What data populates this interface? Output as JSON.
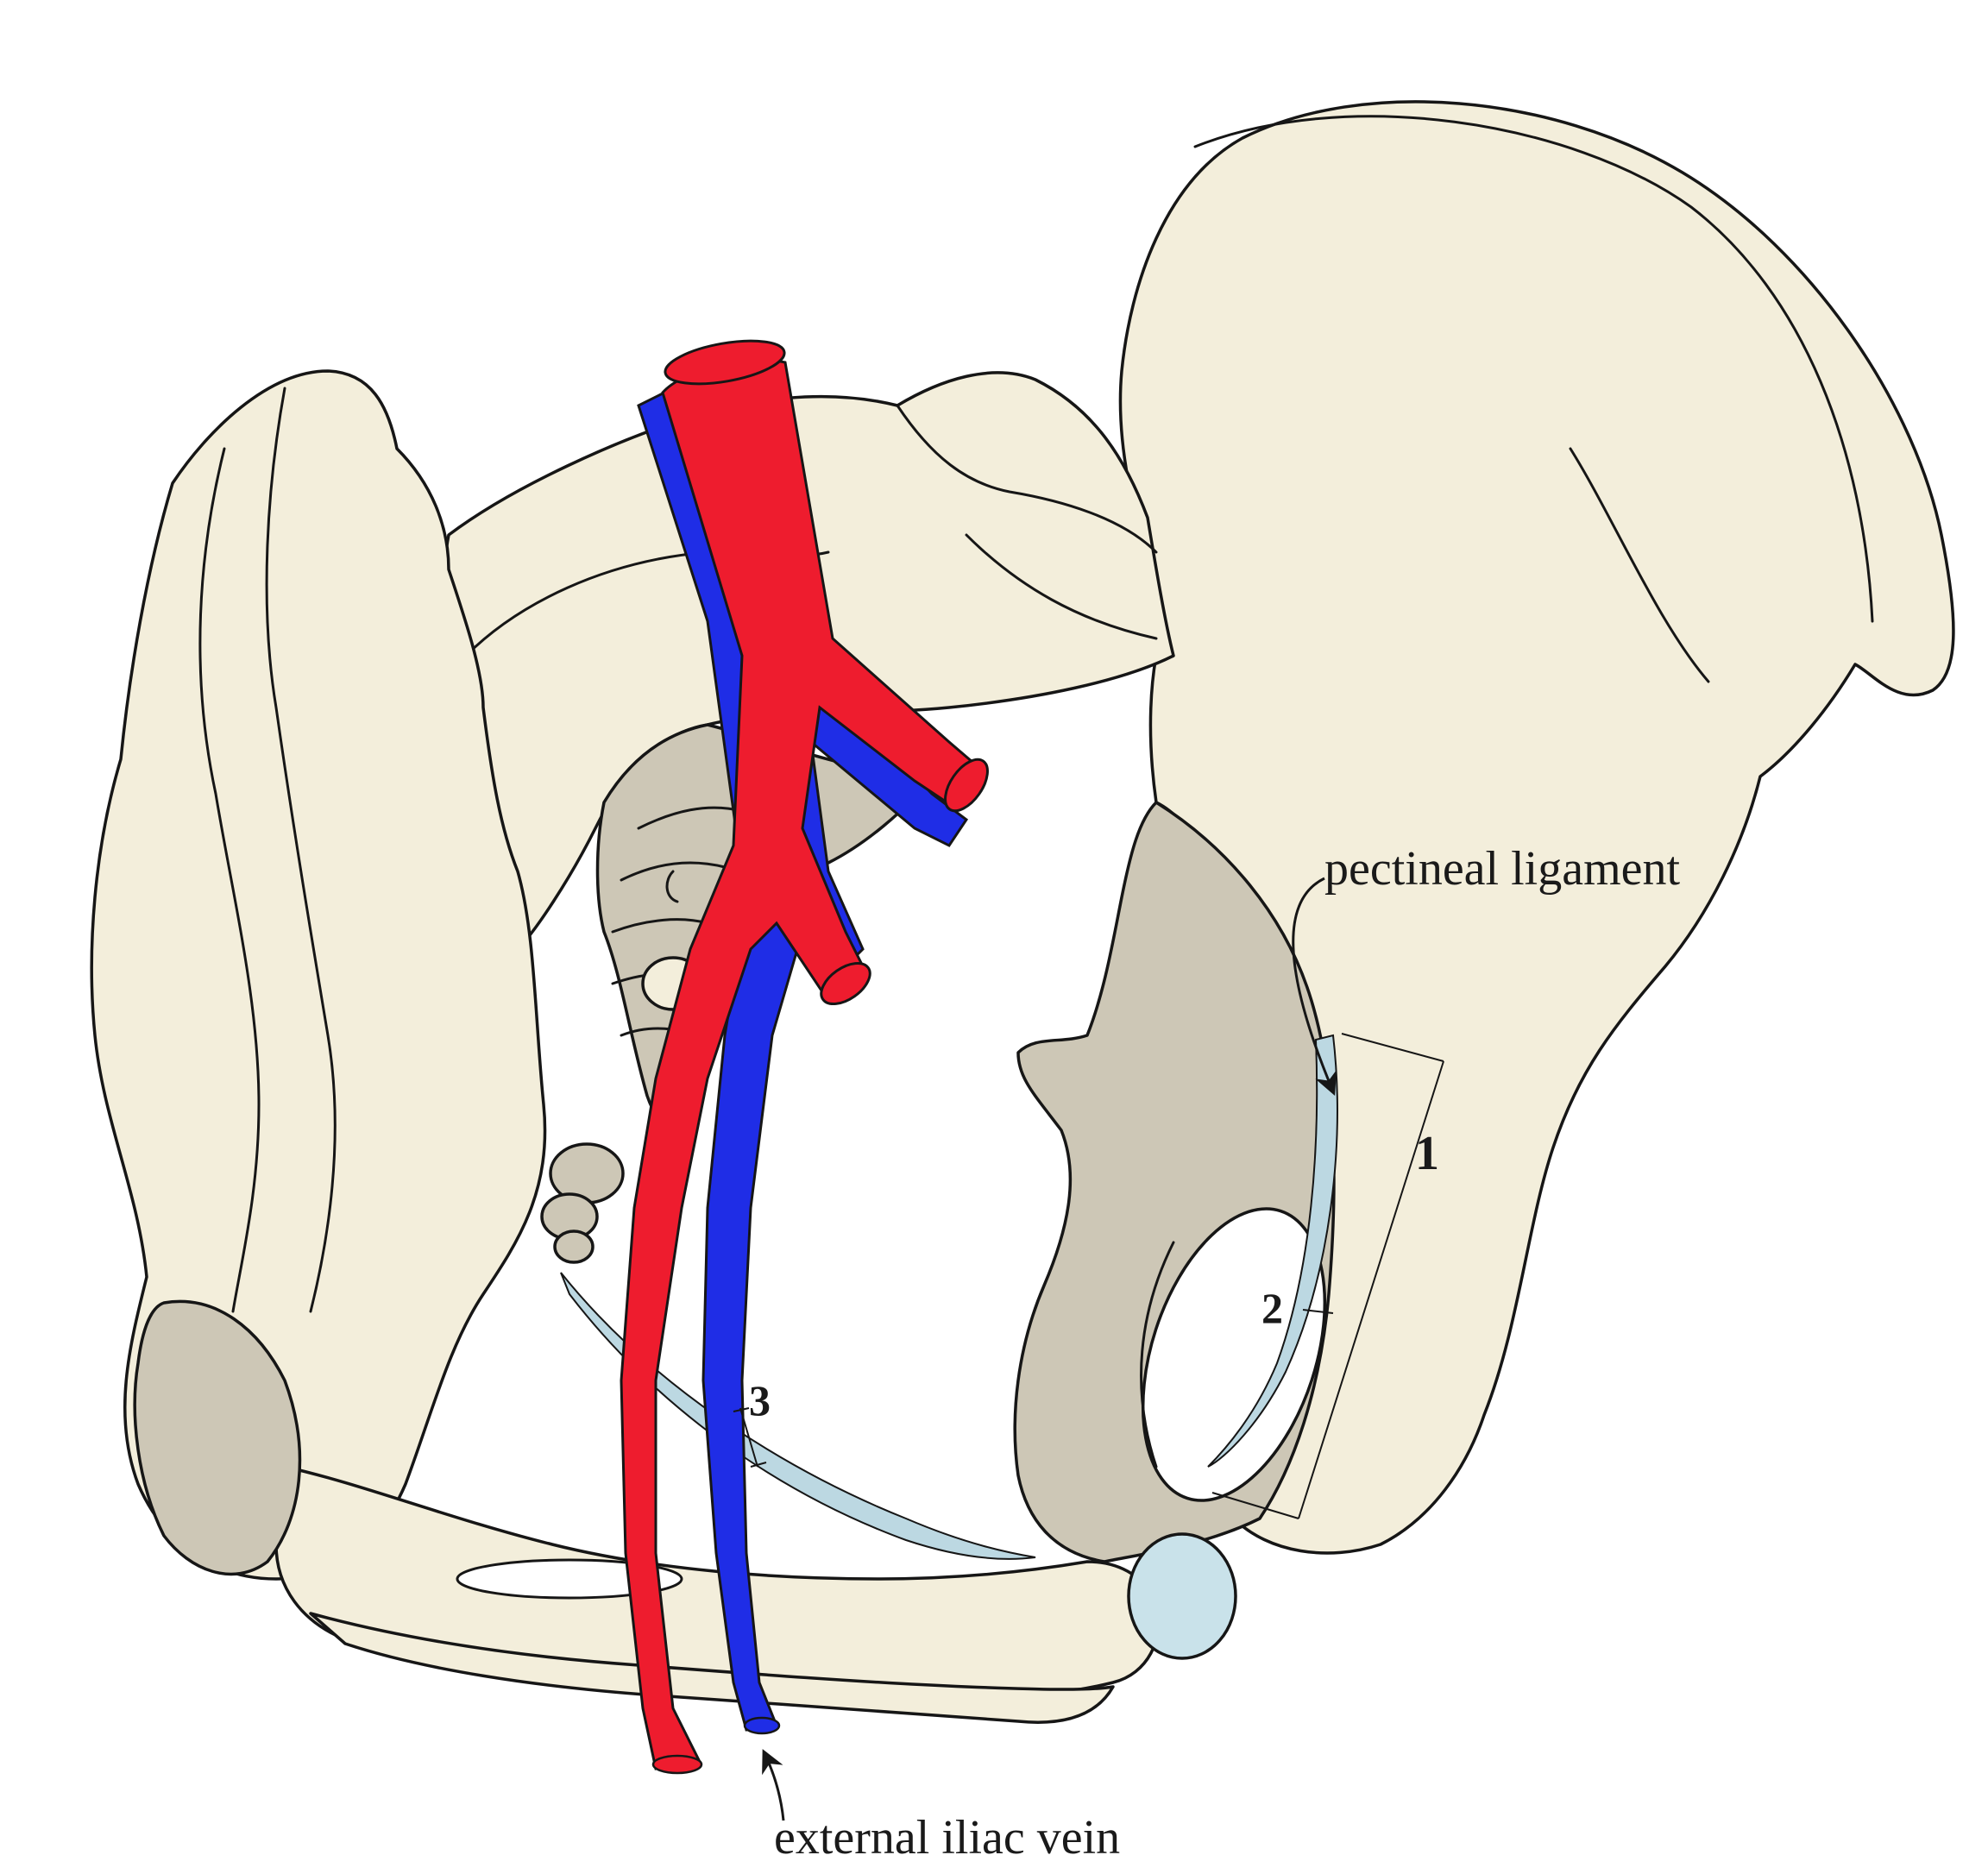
{
  "labels": {
    "pectineal_ligament": "pectineal ligament",
    "external_iliac_vein": "external iliac vein",
    "num_1": "1",
    "num_2": "2",
    "num_3": "3"
  },
  "colors": {
    "bone": "#f3eedb",
    "bone_shadow": "#cdc7b6",
    "artery": "#ee1c2e",
    "vein": "#1f2de6",
    "ligament": "#bcd8e2",
    "outline": "#161616"
  }
}
